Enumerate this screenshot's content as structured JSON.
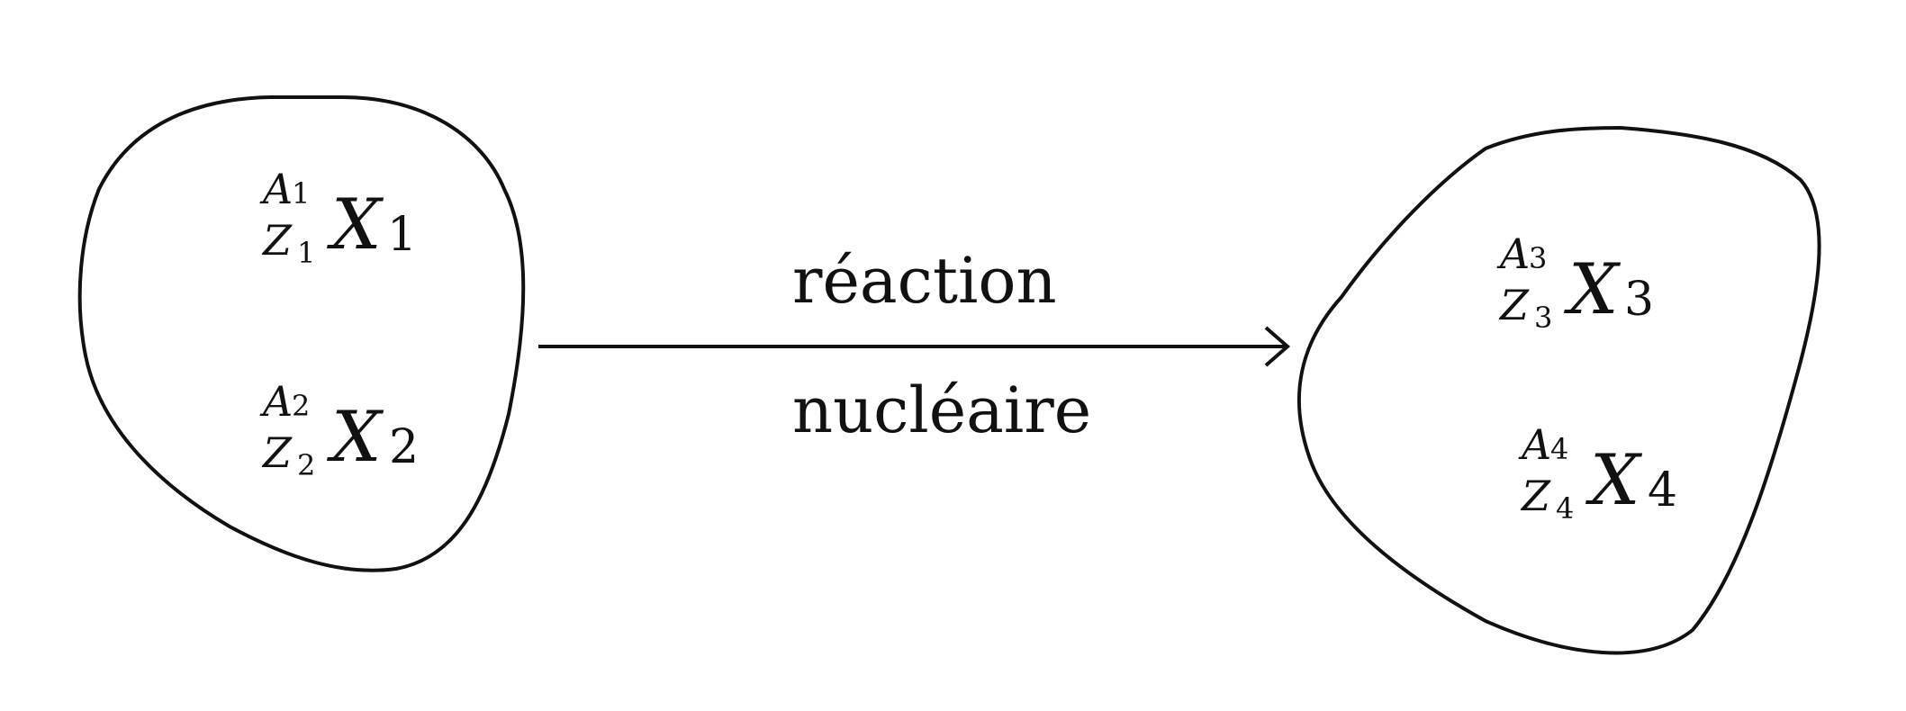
{
  "nuclei": [
    {
      "mass": "A",
      "mass_index": "1",
      "charge": "Z",
      "charge_index": "1",
      "symbol": "X",
      "symbol_index": "1"
    },
    {
      "mass": "A",
      "mass_index": "2",
      "charge": "Z",
      "charge_index": "2",
      "symbol": "X",
      "symbol_index": "2"
    },
    {
      "mass": "A",
      "mass_index": "3",
      "charge": "Z",
      "charge_index": "3",
      "symbol": "X",
      "symbol_index": "3"
    },
    {
      "mass": "A",
      "mass_index": "4",
      "charge": "Z",
      "charge_index": "4",
      "symbol": "X",
      "symbol_index": "4"
    }
  ],
  "arrow": {
    "label_top": "réaction",
    "label_bottom": "nucléaire"
  }
}
